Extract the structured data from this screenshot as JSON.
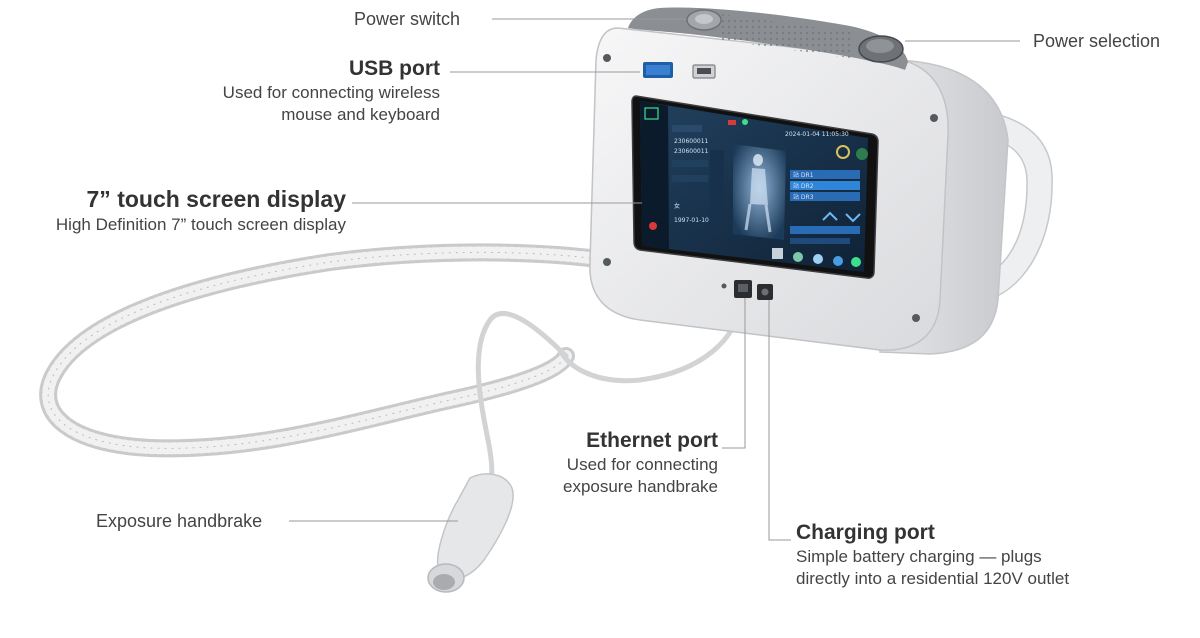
{
  "callouts": {
    "power_switch": {
      "title": "Power switch"
    },
    "power_selection": {
      "title": "Power selection"
    },
    "usb_port": {
      "title": "USB port",
      "desc_line1": "Used for connecting wireless",
      "desc_line2": "mouse and keyboard"
    },
    "touch_screen": {
      "title": "7” touch screen display",
      "desc": "High Definition 7” touch screen display"
    },
    "ethernet_port": {
      "title": "Ethernet port",
      "desc_line1": "Used for connecting",
      "desc_line2": "exposure handbrake"
    },
    "exposure_handbrake": {
      "title": "Exposure handbrake"
    },
    "charging_port": {
      "title": "Charging port",
      "desc_line1": "Simple battery charging — plugs",
      "desc_line2": "directly into a residential 120V outlet"
    }
  },
  "screen_ui": {
    "date": "2024-01-04 11:05:30",
    "field_id": "230600011",
    "field_id2": "230600011",
    "field_gender": "女",
    "field_date": "1997-01-10",
    "list_row1": "站 DR1",
    "list_row2": "站 DR2",
    "list_row3": "站 DR3"
  },
  "colors": {
    "device_body": "#e9eaec",
    "device_top": "#8b8e93",
    "screen_bg": "#1b3550",
    "accent_blue": "#2f7fd0",
    "usb_blue": "#1f5fa8"
  }
}
